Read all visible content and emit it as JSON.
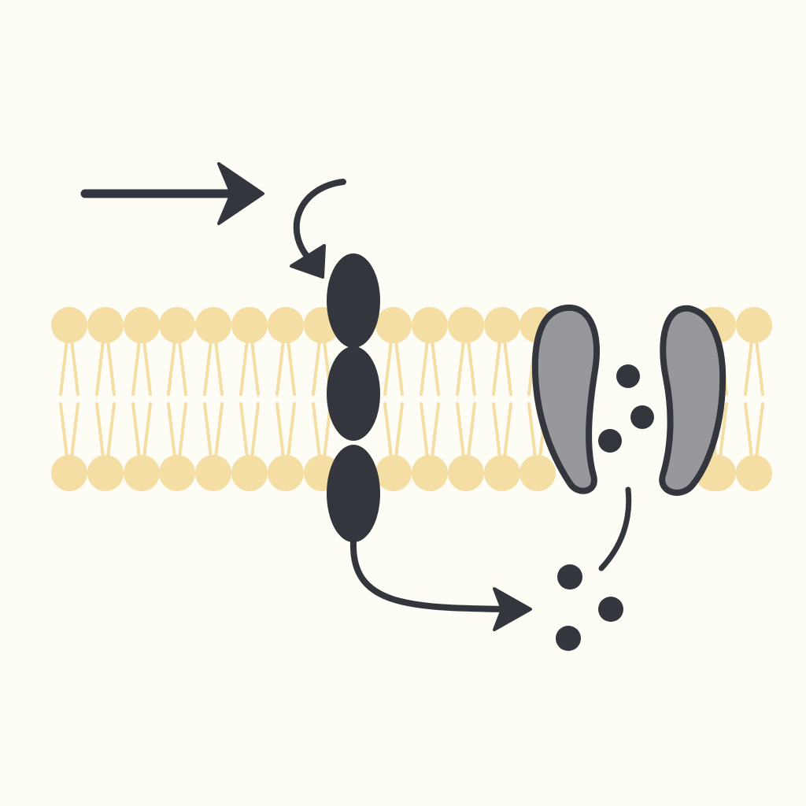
{
  "colors": {
    "background": "#fdfcf5",
    "lipid": "#f5dea3",
    "protein_dark": "#33363d",
    "channel_fill": "#96989b",
    "outline": "#33363d"
  },
  "diagram": {
    "membrane": {
      "structure": "phospholipid-bilayer",
      "gap_for_receptor": true
    },
    "receptor": {
      "type": "transmembrane-receptor",
      "segments": 3
    },
    "channel": {
      "type": "ion-channel",
      "subunits": 2,
      "state": "open"
    },
    "arrows": [
      {
        "name": "incoming-signal-arrow",
        "style": "straight"
      },
      {
        "name": "ligand-binding-arrow",
        "style": "curved"
      },
      {
        "name": "intracellular-signal-arrow",
        "style": "curved"
      },
      {
        "name": "ion-release-path",
        "style": "curved-line"
      }
    ],
    "particles": {
      "inside_channel": 3,
      "released": 3
    }
  }
}
